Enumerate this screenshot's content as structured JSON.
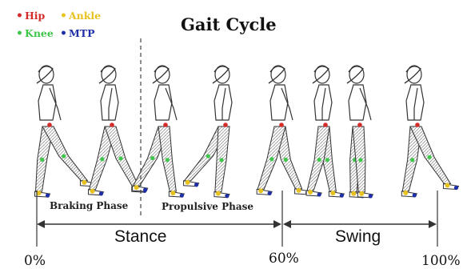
{
  "title": "Gait Cycle",
  "legend": [
    {
      "label": "Hip",
      "color": "#d62b2b"
    },
    {
      "label": "Ankle",
      "color": "#e8c21e"
    },
    {
      "label": "Knee",
      "color": "#3fc74a"
    },
    {
      "label": "MTP",
      "color": "#1f2fa8"
    }
  ],
  "phases": {
    "braking": "Braking Phase",
    "propulsive": "Propulsive Phase",
    "stance": "Stance",
    "swing": "Swing"
  },
  "ticks": [
    "0%",
    "60%",
    "100%"
  ],
  "colors": {
    "hip": "#d62b2b",
    "knee": "#3fc74a",
    "ankle": "#e8c21e",
    "mtp": "#1f2fa8"
  }
}
